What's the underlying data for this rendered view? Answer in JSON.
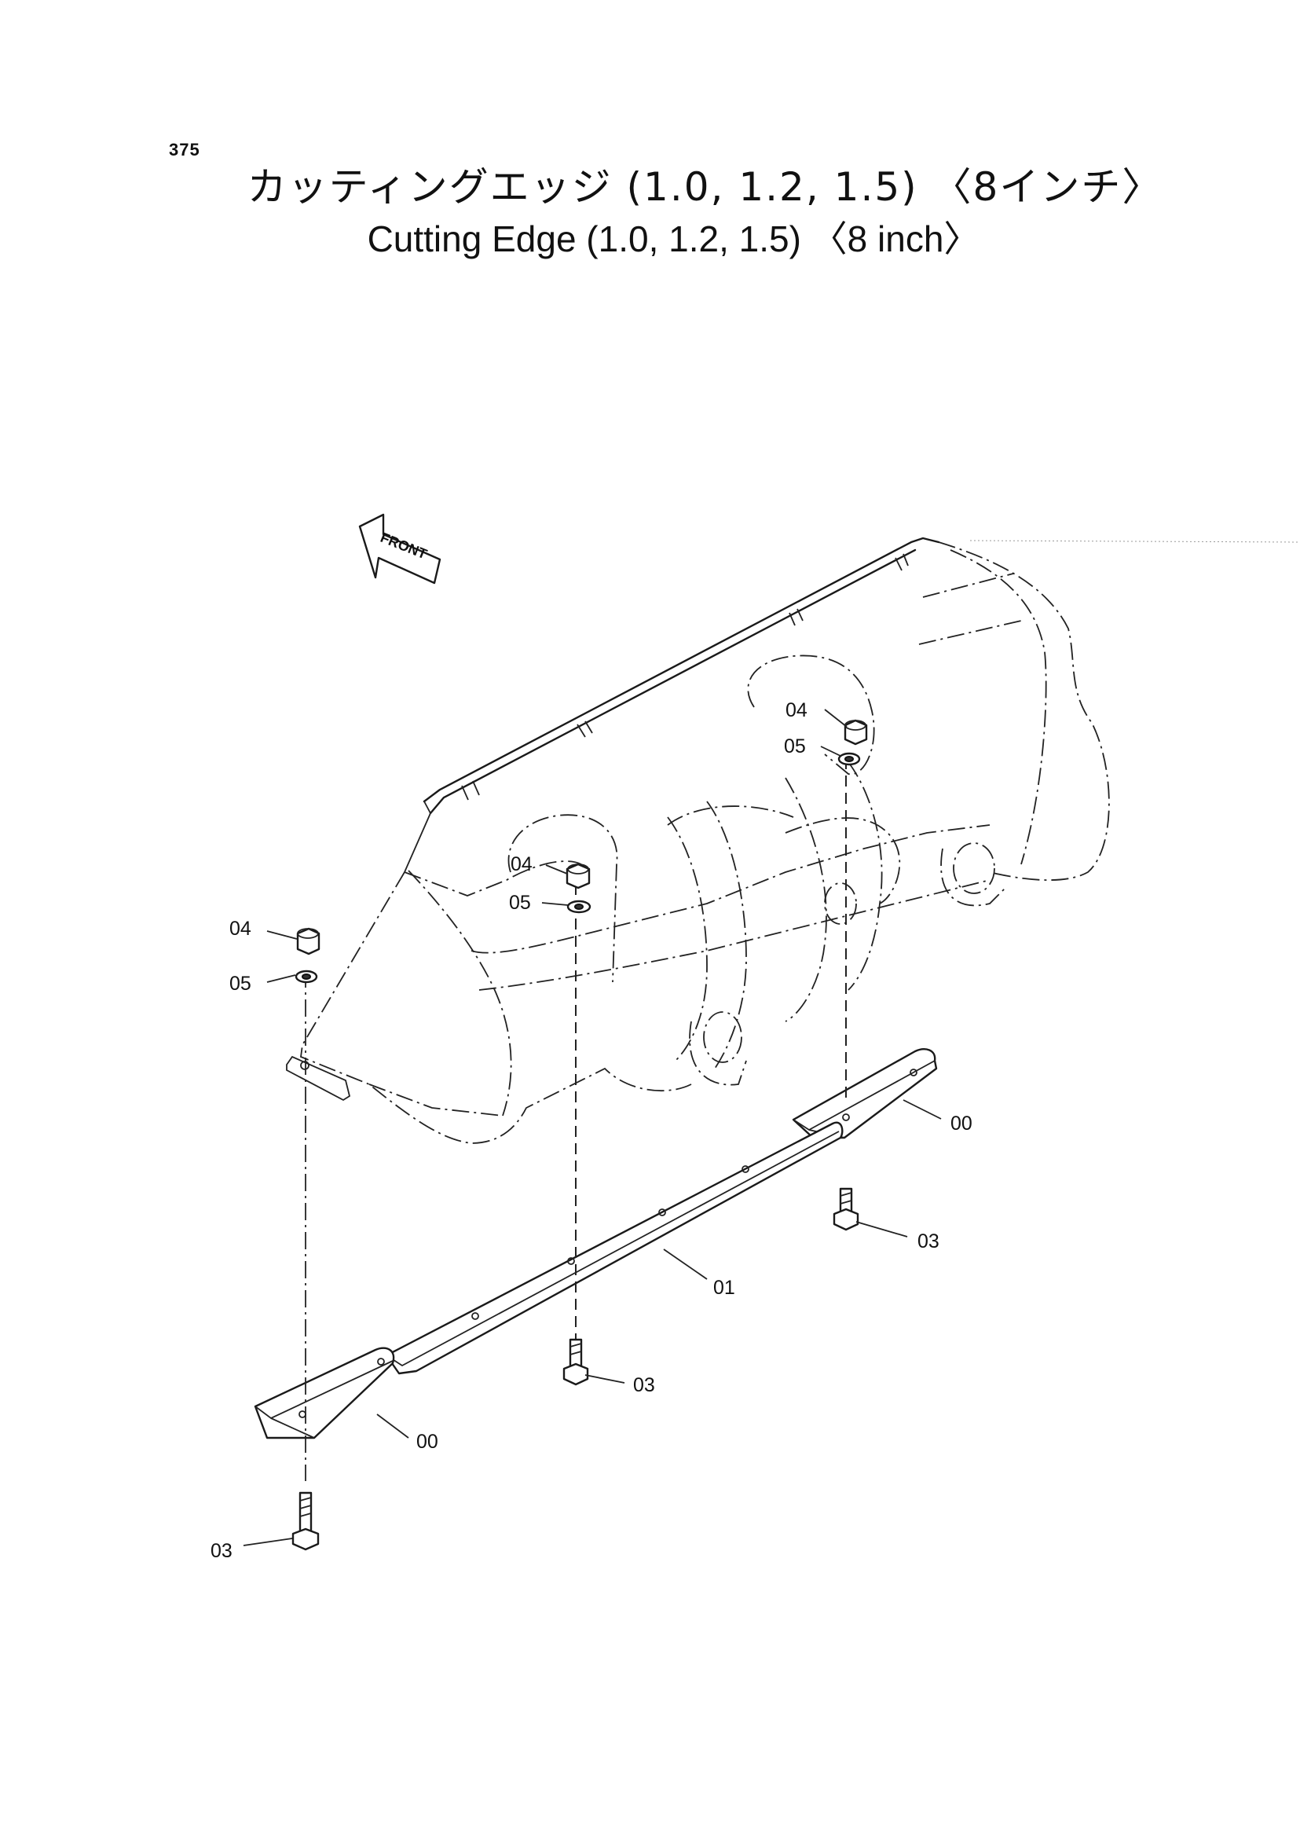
{
  "page_number": "375",
  "title_ja": "カッティングエッジ (1.0, 1.2, 1.5) 〈8インチ〉",
  "title_en": "Cutting Edge (1.0, 1.2, 1.5) 〈8 inch〉",
  "direction_arrow": {
    "label": "FRONT",
    "icon": "front-arrow-icon"
  },
  "callouts": [
    {
      "id": "left-nut",
      "label": "04"
    },
    {
      "id": "left-washer",
      "label": "05"
    },
    {
      "id": "center-nut",
      "label": "04"
    },
    {
      "id": "center-washer",
      "label": "05"
    },
    {
      "id": "right-nut",
      "label": "04"
    },
    {
      "id": "right-washer",
      "label": "05"
    },
    {
      "id": "right-end-bit",
      "label": "00"
    },
    {
      "id": "right-bolt",
      "label": "03"
    },
    {
      "id": "center-edge",
      "label": "01"
    },
    {
      "id": "center-bolt",
      "label": "03"
    },
    {
      "id": "left-end-bit",
      "label": "00"
    },
    {
      "id": "left-bolt",
      "label": "03"
    }
  ]
}
